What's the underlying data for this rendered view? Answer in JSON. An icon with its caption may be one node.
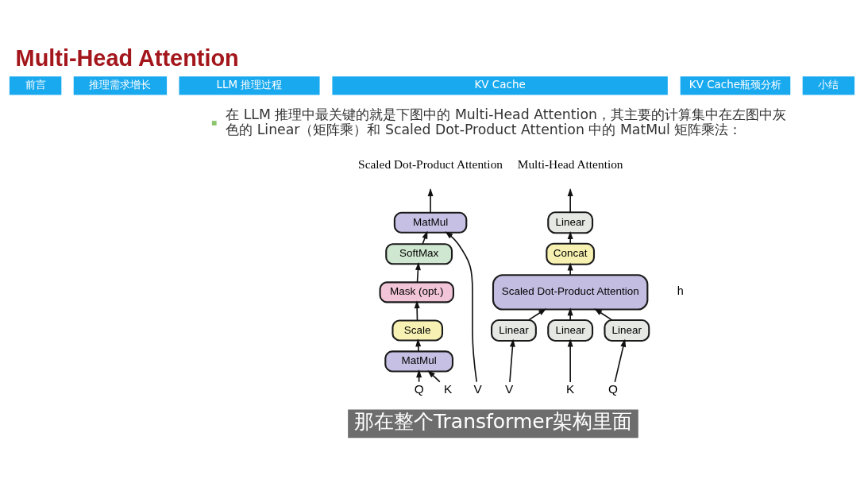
{
  "diagram": {
    "title": "Multi-Head Attention",
    "nodes": [
      {
        "text": [
          "MatMul"
        ]
      },
      {
        "text": [
          "SoftMax"
        ]
      },
      {
        "text": [
          "Mask (opt.)"
        ]
      },
      {
        "text": [
          "Scale"
        ]
      },
      {
        "text": [
          "MatMul"
        ]
      },
      {
        "text": [
          "Q"
        ]
      },
      {
        "text": [
          "K"
        ]
      },
      {
        "text": [
          "V"
        ]
      },
      {
        "text": [
          "Linear"
        ]
      },
      {
        "text": [
          "Concat"
        ]
      },
      {
        "text": [
          "Scaled Dot-Product Attention"
        ]
      },
      {
        "text": [
          "Linear"
        ]
      },
      {
        "text": [
          "Linear"
        ]
      },
      {
        "text": [
          "Linear"
        ]
      },
      {
        "text": [
          "V"
        ]
      },
      {
        "text": [
          "K"
        ]
      },
      {
        "text": [
          "Q"
        ]
      }
    ],
    "edges": [
      {
        "from": 5,
        "to": 4,
        "arrow": "to"
      },
      {
        "from": 6,
        "to": 4,
        "arrow": "to"
      },
      {
        "from": 4,
        "to": 3,
        "arrow": "to"
      },
      {
        "from": 3,
        "to": 2,
        "arrow": "to"
      },
      {
        "from": 2,
        "to": 1,
        "arrow": "to"
      },
      {
        "from": 1,
        "to": 0,
        "arrow": "to"
      },
      {
        "from": 7,
        "to": 0,
        "arrow": "to"
      },
      {
        "from": 0,
        "to": null,
        "arrow": "to"
      },
      {
        "from": 14,
        "to": 11,
        "arrow": "to"
      },
      {
        "from": 15,
        "to": 12,
        "arrow": "to"
      },
      {
        "from": 16,
        "to": 13,
        "arrow": "to"
      },
      {
        "from": 11,
        "to": 10,
        "arrow": "to"
      },
      {
        "from": 12,
        "to": 10,
        "arrow": "to"
      },
      {
        "from": 13,
        "to": 10,
        "arrow": "to"
      },
      {
        "from": 10,
        "to": 9,
        "arrow": "to"
      },
      {
        "from": 9,
        "to": 8,
        "arrow": "to"
      },
      {
        "from": 8,
        "to": null,
        "arrow": "to"
      }
    ],
    "labels": [
      "前言",
      "推理需求增长",
      "LLM 推理过程",
      "KV Cache",
      "KV Cache瓶颈分析",
      "小结",
      "在 LLM 推理中最关键的就是下图中的 Multi-Head Attention，其主要的计算集中在左图中灰色的 Linear（矩阵乘）和 Scaled Dot-Product Attention 中的 MatMul 矩阵乘法：",
      "Scaled Dot-Product Attention",
      "Multi-Head Attention",
      "h",
      "那在整个Transformer架构里面"
    ]
  }
}
